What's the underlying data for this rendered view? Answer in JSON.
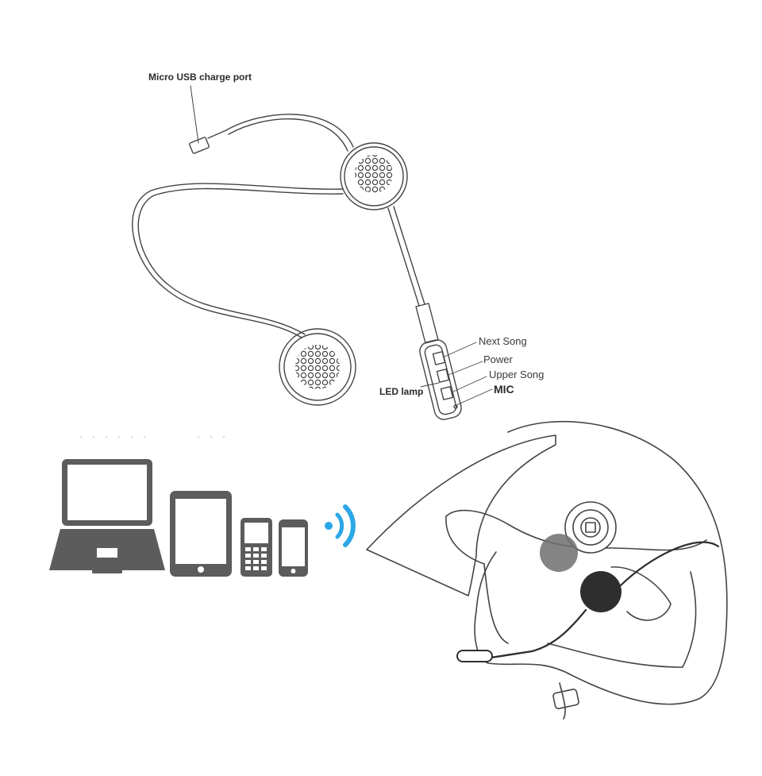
{
  "labels": {
    "usb_port": "Micro USB charge port",
    "next_song": "Next Song",
    "power": "Power",
    "upper_song": "Upper Song",
    "led_lamp": "LED lamp",
    "mic": "MIC"
  },
  "icons": {
    "laptop": "laptop-icon",
    "tablet": "tablet-icon",
    "feature_phone": "feature-phone-icon",
    "smartphone": "smartphone-icon",
    "wireless": "wireless-signal-icon",
    "helmet": "helmet-icon"
  },
  "colors": {
    "line": "#444444",
    "device_gray": "#5c5c5c",
    "signal_blue": "#2aa7e6",
    "speaker_dark": "#2e2e2e",
    "speaker_mid": "#6f6f6f"
  }
}
